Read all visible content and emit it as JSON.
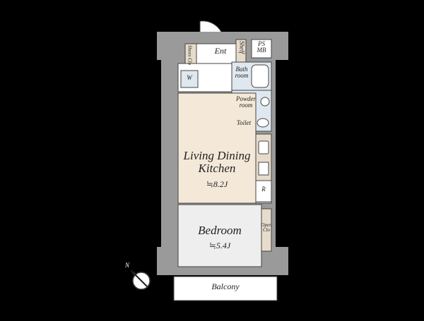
{
  "rooms": {
    "entrance": "Ent",
    "shoes_closet": "Shoes Clo",
    "shelf": "Shelf",
    "ps_mb": "PS\nMB",
    "washer": "W",
    "bathroom": "Bath\nroom",
    "powder_room": "Powder\nroom",
    "toilet": "Toilet",
    "ldk_name": "Living Dining\nKitchen",
    "ldk_area": "≒8.2J",
    "refrigerator": "R",
    "bedroom_name": "Bedroom",
    "bedroom_area": "≒5.4J",
    "open_closet": "Open\nClo",
    "balcony": "Balcony"
  },
  "compass": {
    "north_label": "N"
  },
  "colors": {
    "background": "#000000",
    "wall": "#9a9a9a",
    "ldk_floor": "#f4e8d8",
    "bedroom_floor": "#eeeeee",
    "wet_area": "#dfe7ef",
    "entrance_floor": "#ffffff",
    "fixture": "#e7dccb"
  }
}
